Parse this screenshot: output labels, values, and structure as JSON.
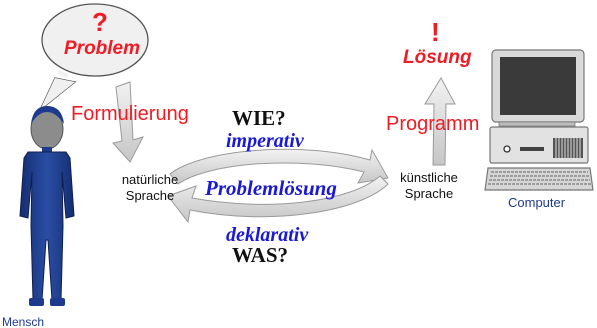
{
  "problem": {
    "mark": "?",
    "label": "Problem"
  },
  "human": {
    "step_label": "Formulierung",
    "language": "natürliche Sprache",
    "caption": "Mensch"
  },
  "process": {
    "upper_question": "WIE?",
    "upper_style": "imperativ",
    "center": "Problemlösung",
    "lower_style": "deklarativ",
    "lower_question": "WAS?"
  },
  "computer": {
    "step_label": "Programm",
    "language": "künstliche Sprache",
    "caption": "Computer"
  },
  "solution": {
    "mark": "!",
    "label": "Lösung"
  },
  "colors": {
    "accent_red": "#ee1c24",
    "accent_blue": "#1a1ad6",
    "figure_blue": "#1e3a8c",
    "arrow_gray": "#d8d8d8"
  }
}
